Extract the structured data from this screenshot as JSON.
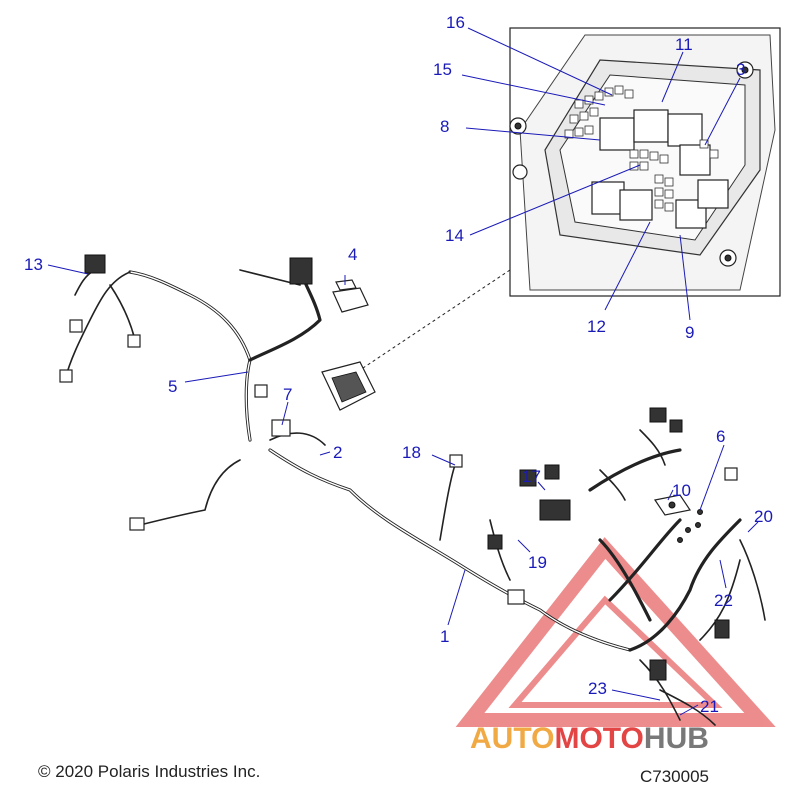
{
  "diagram": {
    "callouts": [
      {
        "id": "c1",
        "label": "1"
      },
      {
        "id": "c2",
        "label": "2"
      },
      {
        "id": "c3",
        "label": "3"
      },
      {
        "id": "c4",
        "label": "4"
      },
      {
        "id": "c5",
        "label": "5"
      },
      {
        "id": "c6",
        "label": "6"
      },
      {
        "id": "c7",
        "label": "7"
      },
      {
        "id": "c8",
        "label": "8"
      },
      {
        "id": "c9",
        "label": "9"
      },
      {
        "id": "c10",
        "label": "10"
      },
      {
        "id": "c11",
        "label": "11"
      },
      {
        "id": "c12",
        "label": "12"
      },
      {
        "id": "c13",
        "label": "13"
      },
      {
        "id": "c14",
        "label": "14"
      },
      {
        "id": "c15",
        "label": "15"
      },
      {
        "id": "c16",
        "label": "16"
      },
      {
        "id": "c17",
        "label": "17"
      },
      {
        "id": "c18",
        "label": "18"
      },
      {
        "id": "c19",
        "label": "19"
      },
      {
        "id": "c20",
        "label": "20"
      },
      {
        "id": "c21",
        "label": "21"
      },
      {
        "id": "c22",
        "label": "22"
      },
      {
        "id": "c23",
        "label": "23"
      }
    ],
    "copyright": "© 2020 Polaris Industries Inc.",
    "figure_code": "C730005"
  },
  "watermark": {
    "part1": "AUTO",
    "part2": "MOTO",
    "part3": "HUB",
    "colors": {
      "orange": "#f0a030",
      "red": "#e03030",
      "gray": "#6a6a6a"
    }
  },
  "colors": {
    "callout": "#1a1ab8",
    "line": "#222222"
  }
}
